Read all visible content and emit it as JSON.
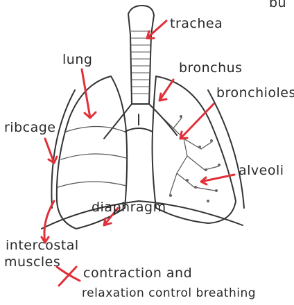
{
  "labels": {
    "corner_mark": "bu",
    "trachea": "trachea",
    "lung": "lung",
    "bronchus": "bronchus",
    "bronchioles": "bronchioles",
    "ribcage": "ribcage",
    "alveoli": "alveoli",
    "diaphragm": "diaphragm",
    "intercostal_line1": "intercostal",
    "intercostal_line2": "muscles",
    "note_line1": "contraction and",
    "note_line2": "relaxation control breathing"
  },
  "colors": {
    "ink": "#333333",
    "accent_red": "#e0303a"
  }
}
